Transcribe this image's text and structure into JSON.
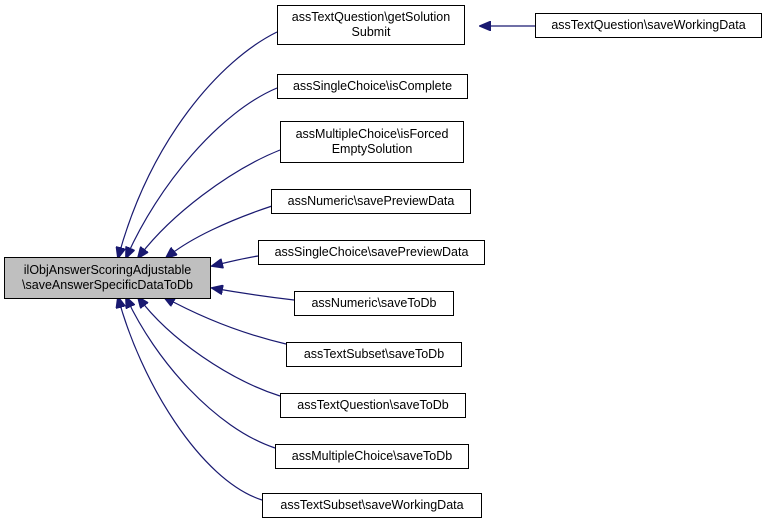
{
  "root": {
    "line1": "ilObjAnswerScoringAdjustable",
    "line2": "\\saveAnswerSpecificDataToDb"
  },
  "callers": [
    {
      "line1": "assTextQuestion\\getSolution",
      "line2": "Submit"
    },
    {
      "line1": "assSingleChoice\\isComplete",
      "line2": ""
    },
    {
      "line1": "assMultipleChoice\\isForced",
      "line2": "EmptySolution"
    },
    {
      "line1": "assNumeric\\savePreviewData",
      "line2": ""
    },
    {
      "line1": "assSingleChoice\\savePreviewData",
      "line2": ""
    },
    {
      "line1": "assNumeric\\saveToDb",
      "line2": ""
    },
    {
      "line1": "assTextSubset\\saveToDb",
      "line2": ""
    },
    {
      "line1": "assTextQuestion\\saveToDb",
      "line2": ""
    },
    {
      "line1": "assMultipleChoice\\saveToDb",
      "line2": ""
    },
    {
      "line1": "assTextSubset\\saveWorkingData",
      "line2": ""
    }
  ],
  "second_level": {
    "line1": "assTextQuestion\\saveWorkingData"
  },
  "colors": {
    "edge": "#191970",
    "root_fill": "#bfbfbf",
    "node_fill": "#ffffff",
    "border": "#000000"
  }
}
